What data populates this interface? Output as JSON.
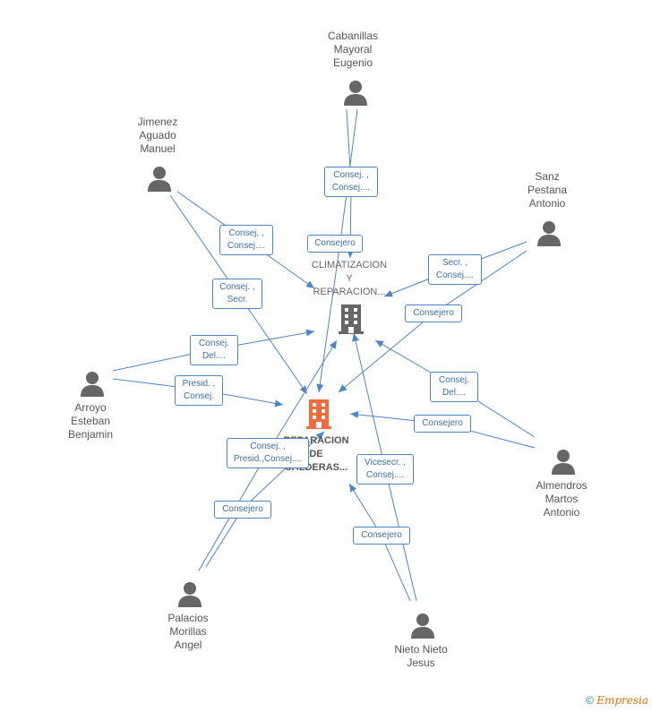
{
  "colors": {
    "edge": "#4a86c8",
    "person": "#666666",
    "company_main": "#f26b3a",
    "company_other": "#666666"
  },
  "people": [
    {
      "id": "cabanillas",
      "lines": [
        "Cabanillas",
        "Mayoral",
        "Eugenio"
      ]
    },
    {
      "id": "jimenez",
      "lines": [
        "Jimenez",
        "Aguado",
        "Manuel"
      ]
    },
    {
      "id": "sanz",
      "lines": [
        "Sanz",
        "Pestana",
        "Antonio"
      ]
    },
    {
      "id": "arroyo",
      "lines": [
        "Arroyo",
        "Esteban",
        "Benjamin"
      ]
    },
    {
      "id": "almendros",
      "lines": [
        "Almendros",
        "Martos",
        "Antonio"
      ]
    },
    {
      "id": "palacios",
      "lines": [
        "Palacios",
        "Morillas",
        "Angel"
      ]
    },
    {
      "id": "nieto",
      "lines": [
        "Nieto Nieto",
        "Jesus"
      ]
    }
  ],
  "companies": [
    {
      "id": "climatizacion",
      "lines": [
        "CLIMATIZACION",
        "Y",
        "REPARACION..."
      ]
    },
    {
      "id": "reparacion",
      "lines": [
        "REPARACION",
        "DE",
        "CALDERAS..."
      ]
    }
  ],
  "roles": [
    {
      "id": "cabanillas-clima",
      "lines": [
        "Consej. ,",
        "Consej...."
      ]
    },
    {
      "id": "cabanillas-repar",
      "lines": [
        "Consejero"
      ]
    },
    {
      "id": "jimenez-clima",
      "lines": [
        "Consej. ,",
        "Consej...."
      ]
    },
    {
      "id": "jimenez-repar",
      "lines": [
        "Consej. ,",
        "Secr."
      ]
    },
    {
      "id": "sanz-clima",
      "lines": [
        "Secr. ,",
        "Consej...."
      ]
    },
    {
      "id": "sanz-repar",
      "lines": [
        "Consejero"
      ]
    },
    {
      "id": "arroyo-clima",
      "lines": [
        "Consej.",
        "Del...."
      ]
    },
    {
      "id": "arroyo-repar",
      "lines": [
        "Presid. ,",
        "Consej."
      ]
    },
    {
      "id": "almendros-clima",
      "lines": [
        "Consej.",
        "Del...."
      ]
    },
    {
      "id": "almendros-repar",
      "lines": [
        "Consejero"
      ]
    },
    {
      "id": "palacios-clima",
      "lines": [
        "Consej. ,",
        "Presid.,Consej...."
      ]
    },
    {
      "id": "palacios-repar",
      "lines": [
        "Consejero"
      ]
    },
    {
      "id": "nieto-clima",
      "lines": [
        "Vicesecr. ,",
        "Consej...."
      ]
    },
    {
      "id": "nieto-repar",
      "lines": [
        "Consejero"
      ]
    }
  ],
  "footer": {
    "copyright": "©",
    "brand": "Empresia"
  }
}
